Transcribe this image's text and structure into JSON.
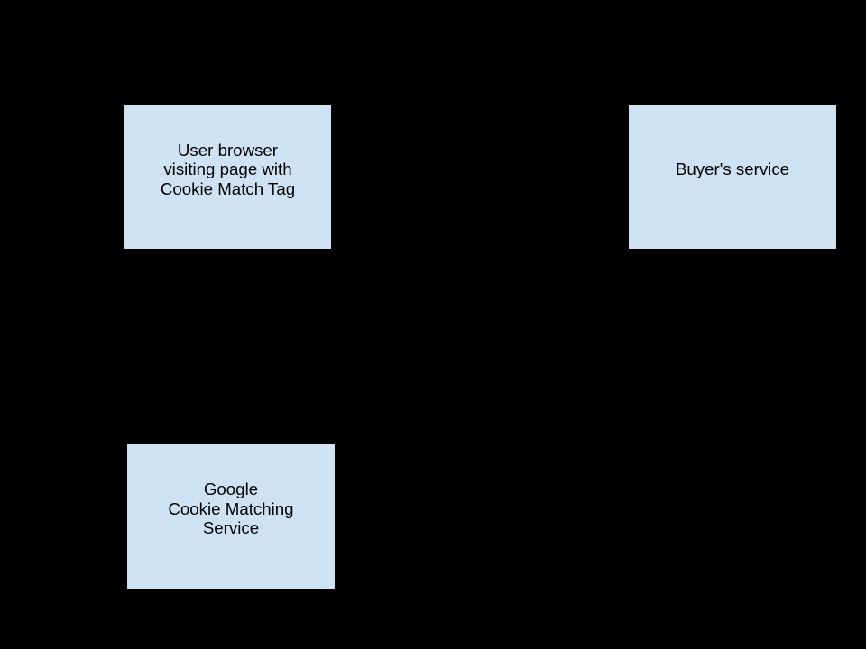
{
  "page": {
    "background_color": "#000000"
  },
  "diagram": {
    "style": {
      "node_fill_color": "#cfe2f3",
      "node_border_color": "#000000",
      "node_text_color": "#000000"
    },
    "nodes": [
      {
        "id": "user-browser",
        "lines": [
          "User browser",
          "visiting page with",
          "Cookie Match Tag"
        ]
      },
      {
        "id": "buyers-service",
        "lines": [
          "Buyer's service"
        ]
      },
      {
        "id": "google-cookie-matching-service",
        "lines": [
          "Google",
          "Cookie Matching",
          "Service"
        ]
      }
    ]
  }
}
